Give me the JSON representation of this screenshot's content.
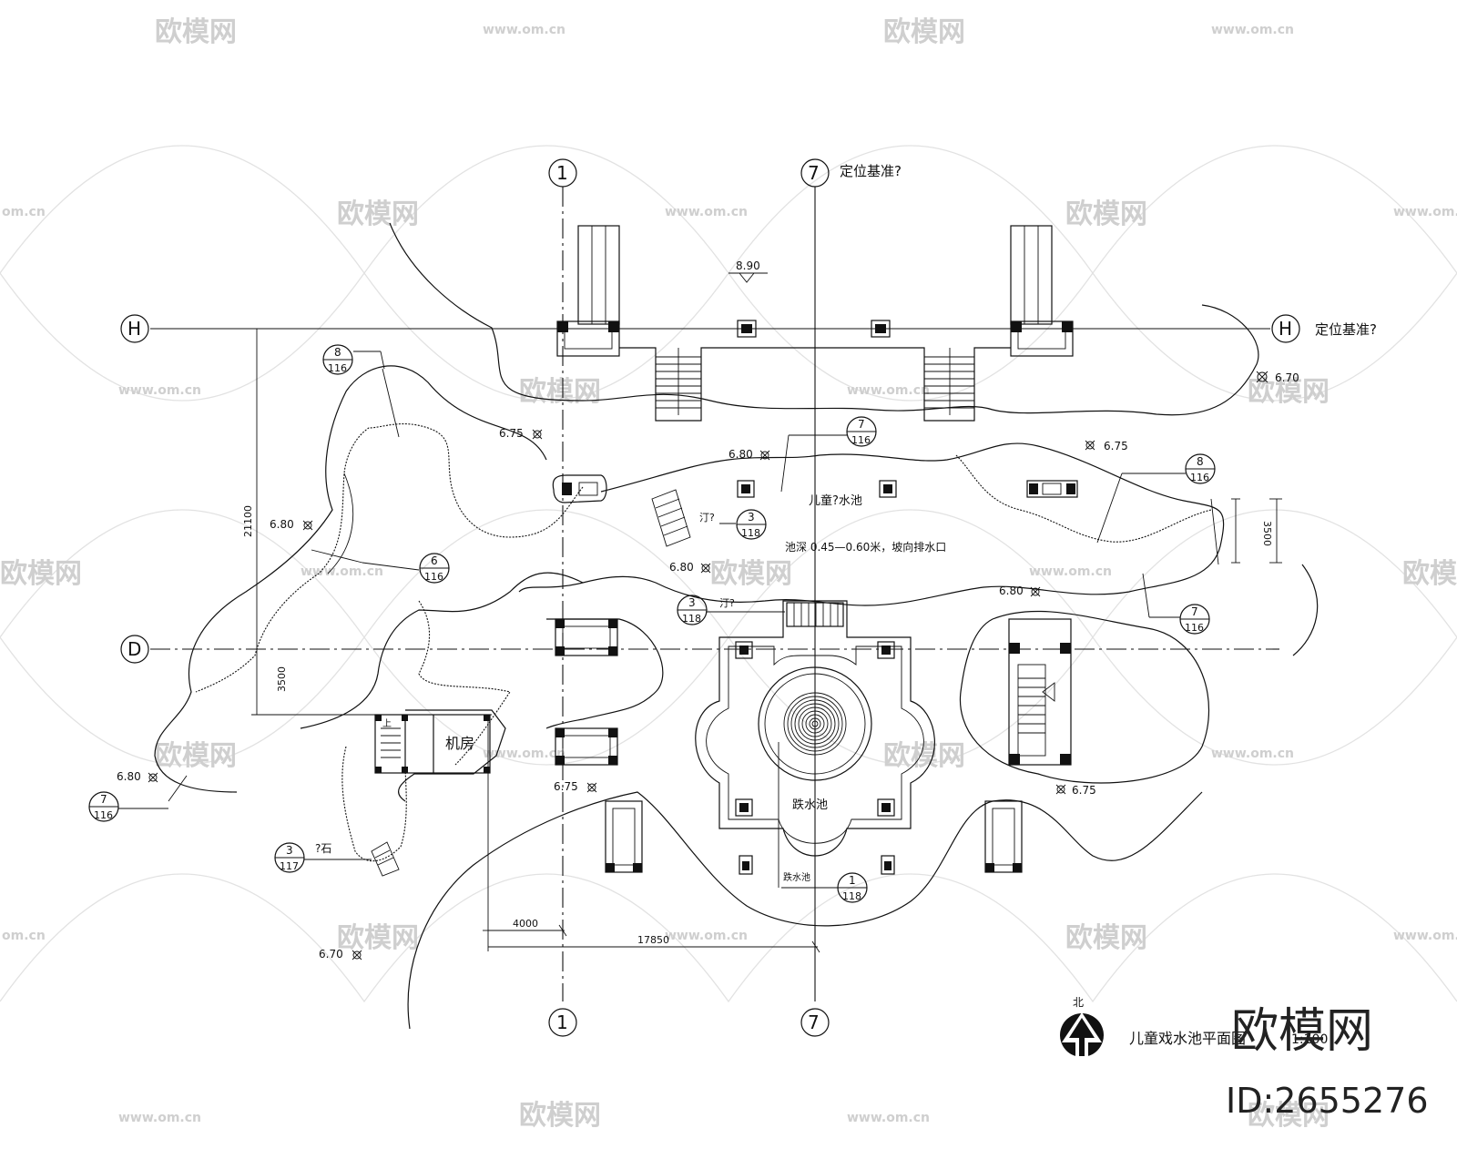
{
  "drawing": {
    "title": "儿童戏水池平面图",
    "scale_note": "1:100",
    "north_label": "北"
  },
  "axes": {
    "grid_1": "1",
    "grid_7": "7",
    "grid_h": "H",
    "grid_d": "D",
    "datum_note_top": "定位基准?",
    "datum_note_right": "定位基准?"
  },
  "pool": {
    "name": "儿童?水池",
    "depth_note": "池深 0.45—0.60米，坡向排水口",
    "jump_pool": "跌水池",
    "jump_pool_callout": "跌水池",
    "machine_room": "机房",
    "stair_up": "上",
    "stepping_label_a": "汀?",
    "stepping_label_b": "汀?",
    "rock_label": "?石"
  },
  "elevations": {
    "e1": "8.90",
    "e2": "6.70",
    "e3": "6.75",
    "e4": "6.80",
    "e5": "6.75",
    "e6": "6.80",
    "e7": "6.80",
    "e8": "6.80",
    "e9": "6.80",
    "e10": "6.75",
    "e11": "6.75",
    "e12": "6.70"
  },
  "dimensions": {
    "d_21100": "21100",
    "d_3500_left": "3500",
    "d_3500_right": "3500",
    "d_4000": "4000",
    "d_17850": "17850"
  },
  "callouts": [
    {
      "num": "8",
      "sheet": "116"
    },
    {
      "num": "7",
      "sheet": "116"
    },
    {
      "num": "8",
      "sheet": "116"
    },
    {
      "num": "6",
      "sheet": "116"
    },
    {
      "num": "3",
      "sheet": "118"
    },
    {
      "num": "3",
      "sheet": "118"
    },
    {
      "num": "7",
      "sheet": "116"
    },
    {
      "num": "7",
      "sheet": "116"
    },
    {
      "num": "3",
      "sheet": "117"
    },
    {
      "num": "1",
      "sheet": "118"
    }
  ],
  "watermark": {
    "brand": "欧模网",
    "site": "www.om.cn",
    "site_short": "om.cn",
    "id_text": "ID:2655276"
  }
}
